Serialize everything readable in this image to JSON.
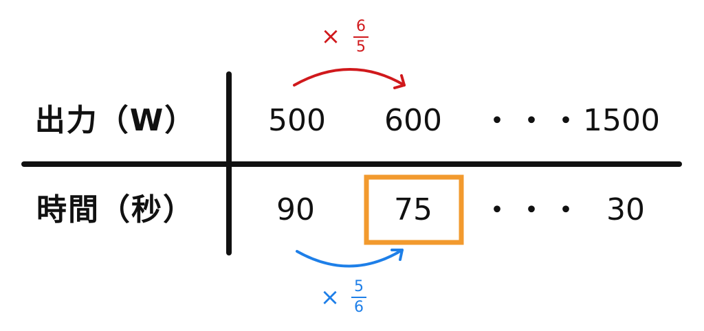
{
  "rows": [
    {
      "label": "出力（W）",
      "values": [
        "500",
        "600",
        "1500"
      ]
    },
    {
      "label": "時間（秒）",
      "values": [
        "90",
        "75",
        "30"
      ]
    }
  ],
  "ellipsis": "・・・",
  "top_multiplier": {
    "sign": "×",
    "numerator": "6",
    "denominator": "5"
  },
  "bottom_multiplier": {
    "sign": "×",
    "numerator": "5",
    "denominator": "6"
  },
  "colors": {
    "line": "#111111",
    "top_arrow": "#d0191c",
    "bottom_arrow": "#1e7fe8",
    "highlight": "#f29a2e"
  }
}
